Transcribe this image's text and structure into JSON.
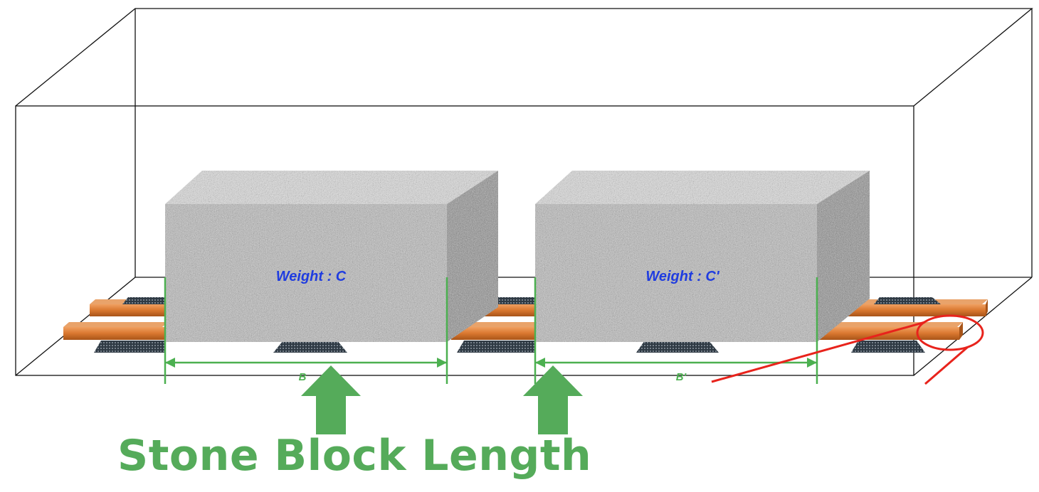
{
  "blocks": [
    {
      "label": "Weight : C"
    },
    {
      "label": "Weight : C'"
    }
  ],
  "dimensions": [
    {
      "label": "B"
    },
    {
      "label": "B'"
    }
  ],
  "caption": "Stone Block Length",
  "colors": {
    "caption": "#55AB5A",
    "arrow": "#55AB5A",
    "dimension_line": "#4CB050",
    "block_label": "#1F3CE0",
    "beam": "#D9772F",
    "highlight": "#E8231C",
    "container_line": "#000000"
  },
  "icons": {
    "arrows": [
      "up-arrow-icon",
      "up-arrow-icon"
    ]
  }
}
